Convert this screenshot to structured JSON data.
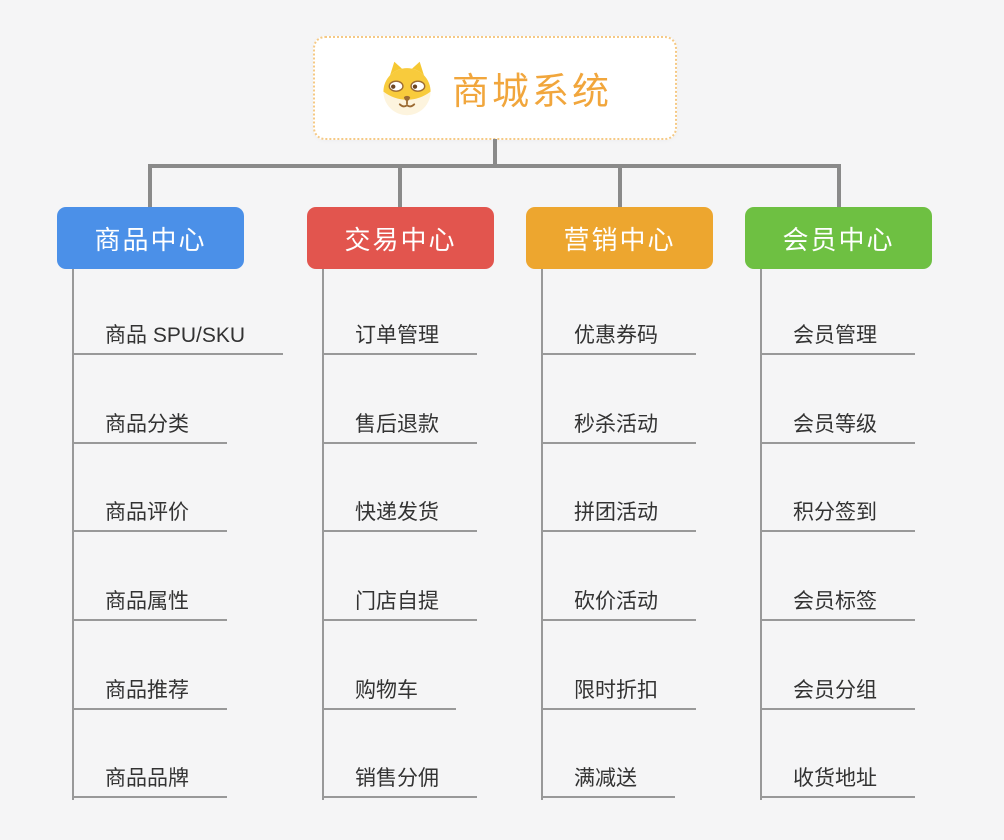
{
  "root": {
    "title": "商城系统",
    "icon": "shiba-dog-icon",
    "title_color": "#f1a63c",
    "border_color": "#f5c985"
  },
  "branches": [
    {
      "label": "商品中心",
      "color": "#4b90e8",
      "children": [
        "商品 SPU/SKU",
        "商品分类",
        "商品评价",
        "商品属性",
        "商品推荐",
        "商品品牌"
      ]
    },
    {
      "label": "交易中心",
      "color": "#e2554e",
      "children": [
        "订单管理",
        "售后退款",
        "快递发货",
        "门店自提",
        "购物车",
        "销售分佣"
      ]
    },
    {
      "label": "营销中心",
      "color": "#eda62f",
      "children": [
        "优惠券码",
        "秒杀活动",
        "拼团活动",
        "砍价活动",
        "限时折扣",
        "满减送"
      ]
    },
    {
      "label": "会员中心",
      "color": "#6ec042",
      "children": [
        "会员管理",
        "会员等级",
        "积分签到",
        "会员标签",
        "会员分组",
        "收货地址"
      ]
    }
  ],
  "colors": {
    "background": "#f5f5f6",
    "connector": "#8a8a8a",
    "leaf_line": "#999999",
    "leaf_text": "#333333"
  }
}
